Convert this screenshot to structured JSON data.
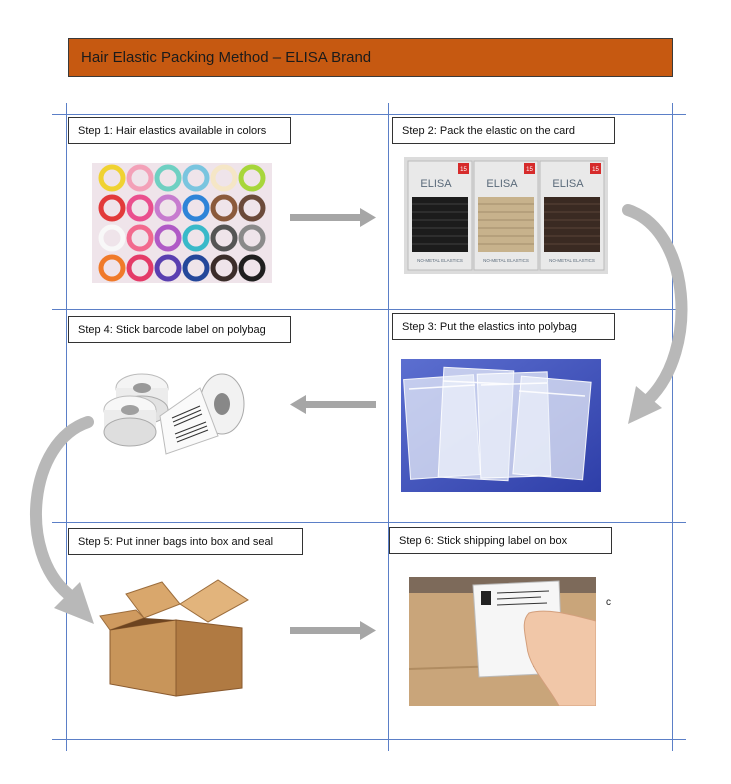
{
  "title": "Hair Elastic Packing Method – ELISA Brand",
  "colors": {
    "title_bg": "#c65911",
    "grid_line": "#5b7fc7",
    "arrow": "#a6a6a6",
    "cardboard": "#c8955a"
  },
  "steps": [
    {
      "label": "Step 1: Hair elastics available in colors",
      "image": "hair-elastics-photo"
    },
    {
      "label": "Step 2: Pack the elastic on the card",
      "image": "elastic-cards-photo",
      "card_brand": "ELISA",
      "card_caption": "NO-METAL ELASTICS",
      "card_badge": "15"
    },
    {
      "label": "Step 3: Put the elastics into polybag",
      "image": "polybags-photo"
    },
    {
      "label": "Step 4: Stick barcode label on polybag",
      "image": "barcode-label-rolls-photo"
    },
    {
      "label": "Step 5: Put inner bags into box and seal",
      "image": "cardboard-box-photo"
    },
    {
      "label": "Step 6: Stick shipping label on box",
      "image": "shipping-label-photo"
    }
  ],
  "stray_text": "c"
}
